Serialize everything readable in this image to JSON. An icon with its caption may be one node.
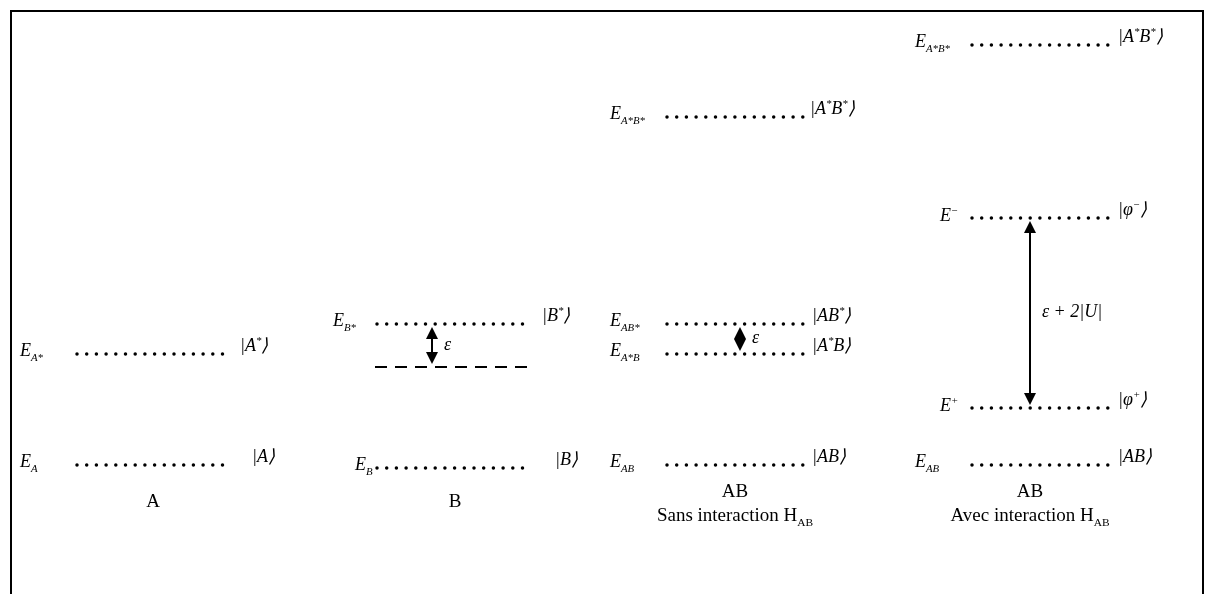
{
  "diagram": {
    "nodes": [
      {
        "text": [
          "E$_{A*B*}$",
          "|A$^{*}$B$^{*}$⟩"
        ]
      },
      {
        "text": [
          "E$_{A*B*}$",
          "|A$^{*}$B$^{*}$⟩"
        ]
      },
      {
        "text": [
          "E$^{−}$",
          "|φ$^{−}$⟩"
        ]
      },
      {
        "text": [
          "E$_{B*}$",
          "|B$^{*}$⟩"
        ]
      },
      {
        "text": [
          "E$_{AB*}$",
          "|AB$^{*}$⟩"
        ]
      },
      {
        "text": [
          "E$_{A*}$",
          "|A$^{*}$⟩"
        ]
      },
      {
        "text": [],
        "shape": "bar"
      },
      {
        "text": [
          "E$_{A*B}$",
          "|A$^{*}$B⟩"
        ]
      },
      {
        "text": [
          "E$^{+}$",
          "|φ$^{+}$⟩"
        ]
      },
      {
        "text": [
          "E$_{A}$",
          "|A⟩"
        ]
      },
      {
        "text": [
          "E$_{B}$",
          "|B⟩"
        ]
      },
      {
        "text": [
          "E$_{AB}$",
          "|AB⟩"
        ]
      },
      {
        "text": [
          "E$_{AB}$",
          "|AB⟩"
        ]
      }
    ],
    "edges": [
      {
        "from": 3,
        "to": 6,
        "arrow": "both",
        "label": "ε"
      },
      {
        "from": 4,
        "to": 7,
        "arrow": "both",
        "label": "ε"
      },
      {
        "from": 2,
        "to": 8,
        "arrow": "both",
        "label": "ε + 2|U|"
      }
    ],
    "labels": [
      "A",
      "B",
      "AB",
      "Sans interaction H$_{AB}$",
      "AB",
      "Avec interaction H$_{AB}$"
    ]
  }
}
